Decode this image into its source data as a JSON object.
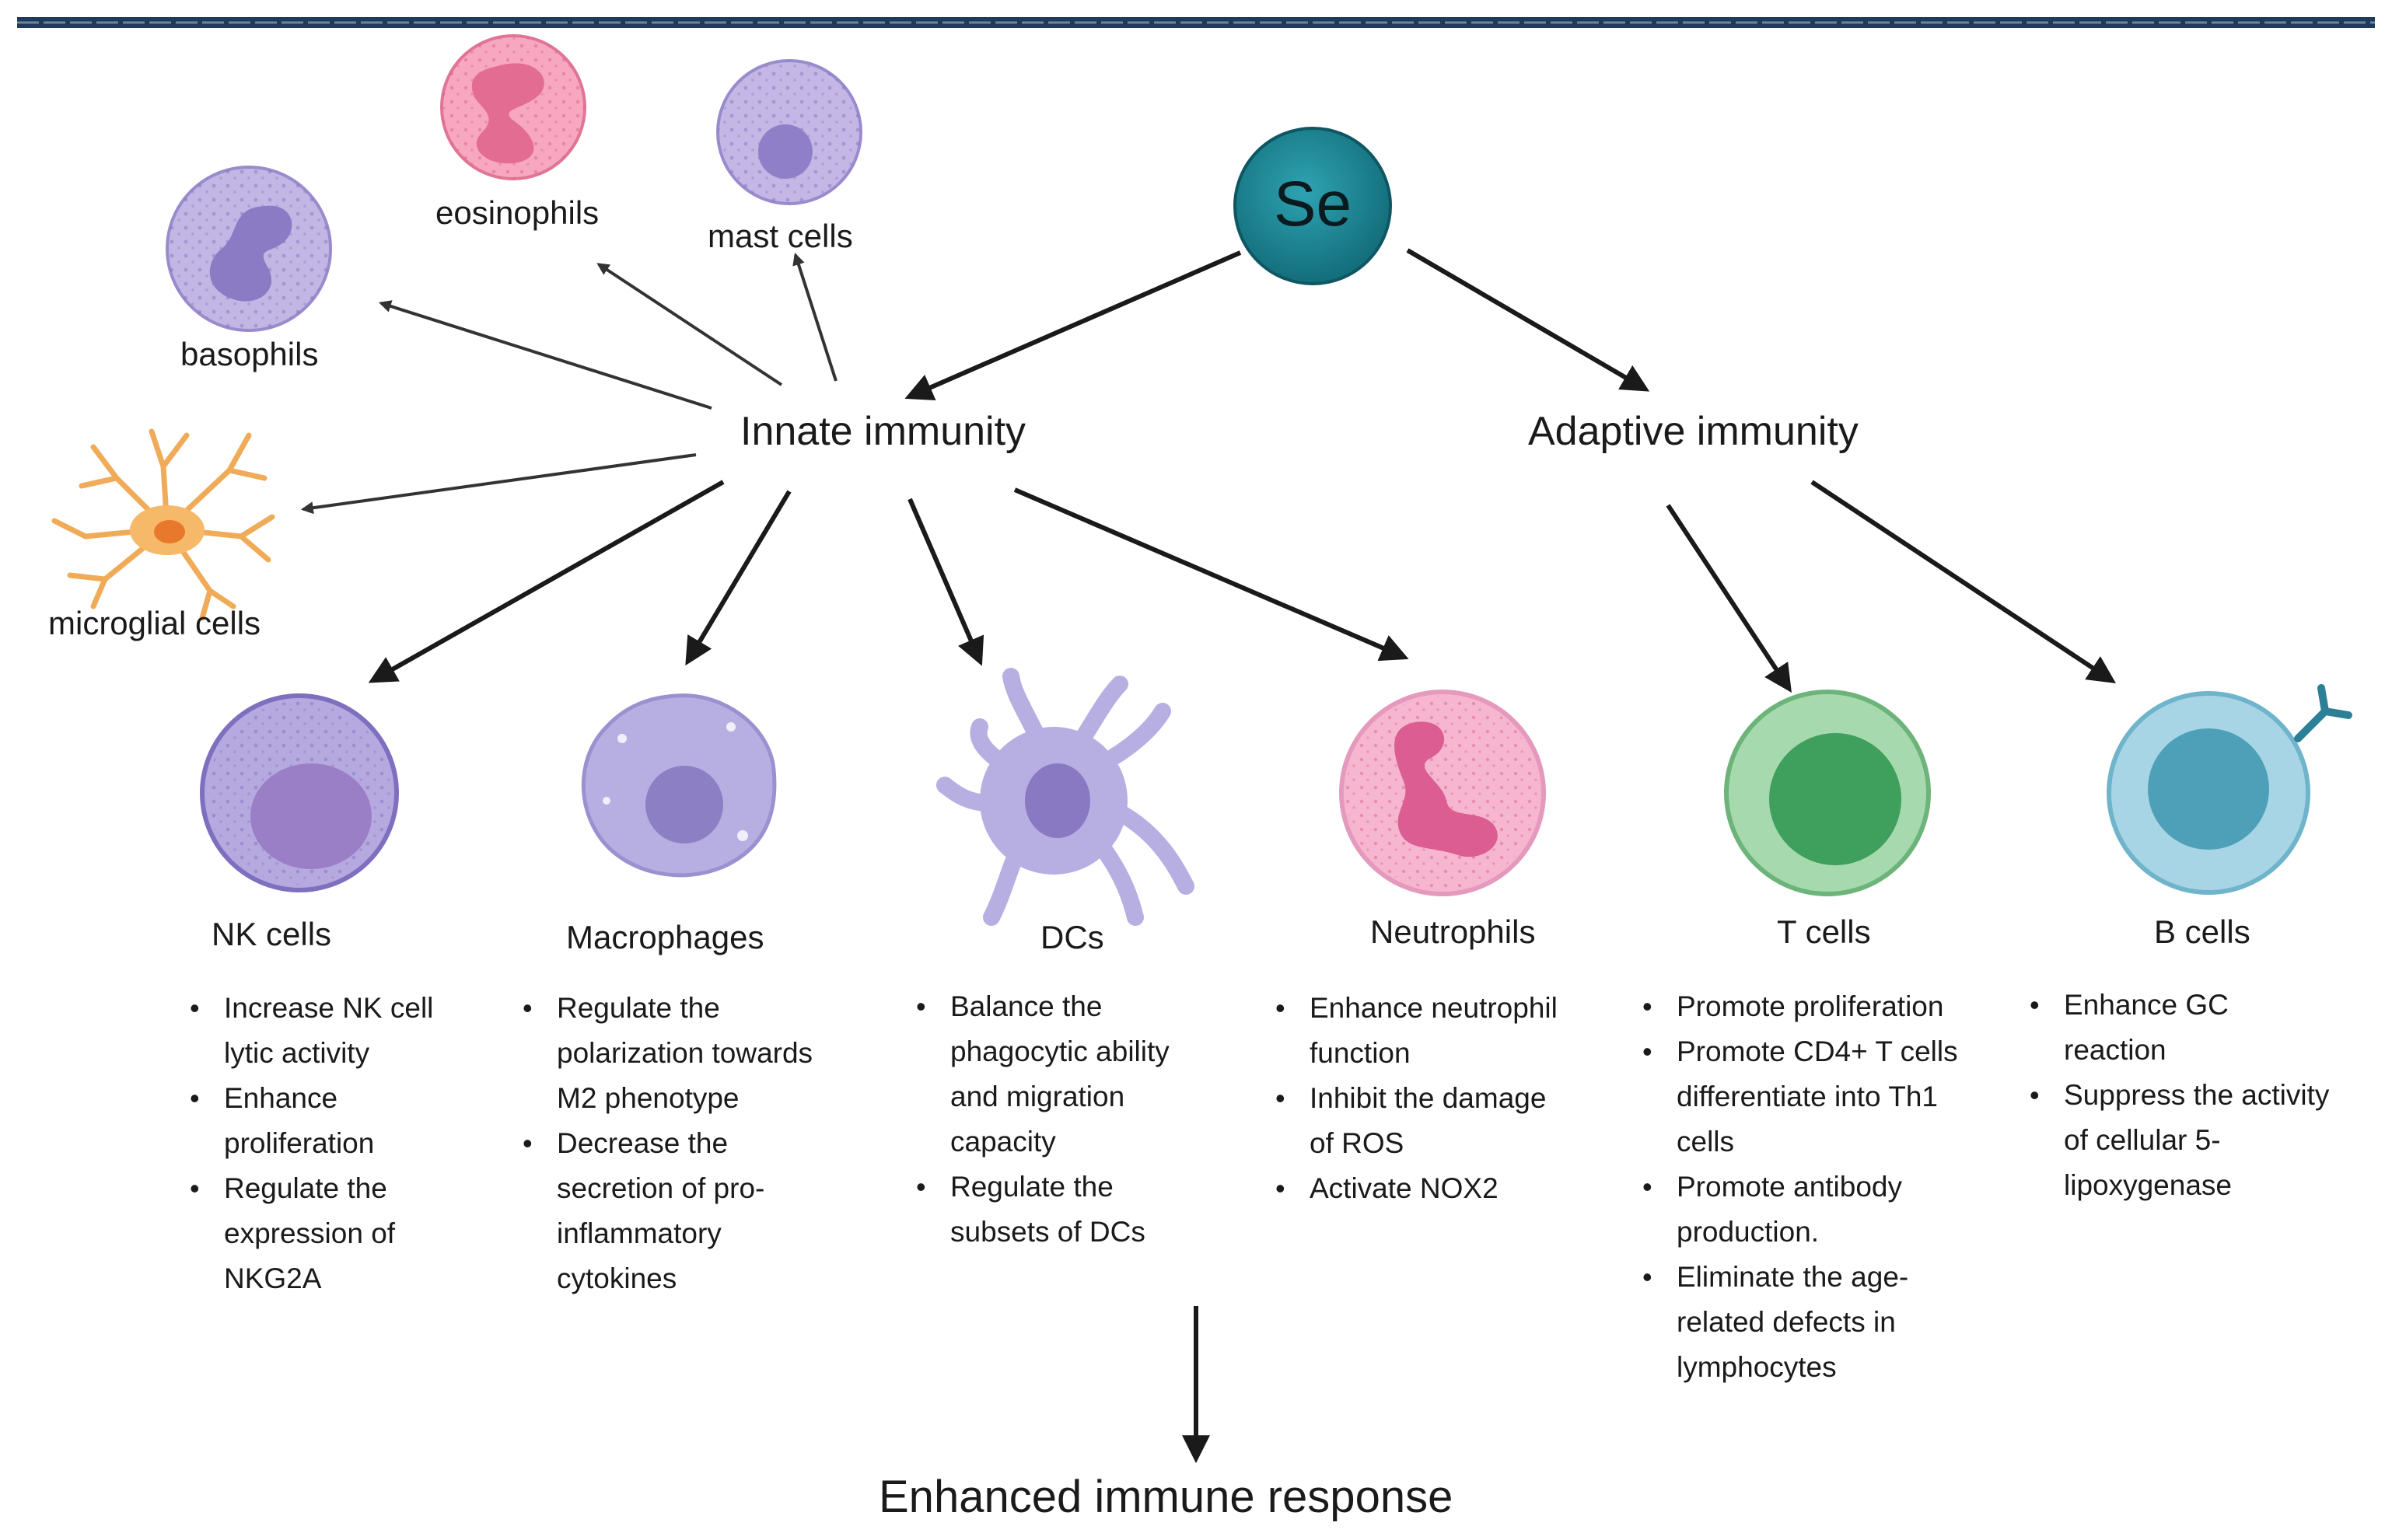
{
  "colors": {
    "border": "#1f3a5a",
    "arrow": "#1a1a1a",
    "arrow_light": "#555555",
    "se": "#1a7f8e",
    "purple_cell": "#b3a7de",
    "purple_nucleus": "#8c7cc6",
    "eosinophil": "#f5a0b8",
    "eosinophil_nucleus": "#e16f92",
    "neutrophil": "#f6b3cf",
    "neutrophil_nucleus": "#d9588e",
    "microglia": "#f4b96a",
    "t_cell": "#9fd6a8",
    "t_nucleus": "#3f9e5a",
    "b_cell": "#a3d3e3",
    "b_nucleus": "#4a9db5"
  },
  "se": {
    "label": "Se"
  },
  "headings": {
    "innate": "Innate immunity",
    "adaptive": "Adaptive immunity"
  },
  "top_cells": {
    "eosinophils": "eosinophils",
    "mast_cells": "mast cells",
    "basophils": "basophils",
    "microglial_cells": "microglial cells"
  },
  "cells": [
    {
      "label": "NK cells",
      "bullets": [
        "Increase NK cell",
        "lytic activity",
        "Enhance",
        "proliferation",
        "Regulate the",
        "expression of",
        "NKG2A"
      ]
    },
    {
      "label": "Macrophages",
      "bullets": [
        "Regulate the",
        "polarization  towards",
        "M2 phenotype",
        "Decrease the",
        "secretion  of pro-",
        "inflammatory",
        "cytokines"
      ]
    },
    {
      "label": "DCs",
      "bullets": [
        " Balance the",
        "phagocytic ability",
        "and migration",
        "capacity",
        "Regulate the",
        "subsets of DCs"
      ]
    },
    {
      "label": "Neutrophils",
      "bullets": [
        "Enhance neutrophil",
        "function",
        "Inhibit the damage",
        "of ROS",
        "Activate NOX2"
      ]
    },
    {
      "label": "T cells",
      "bullets": [
        "Promote proliferation",
        "Promote  CD4+ T cells",
        "differentiate into Th1",
        "cells",
        "Promote antibody",
        "production.",
        "Eliminate the age-",
        "related defects in",
        "lymphocytes"
      ]
    },
    {
      "label": "B cells",
      "bullets": [
        "Enhance GC",
        "reaction",
        "Suppress the activity",
        "of cellular 5-",
        "lipoxygenase"
      ]
    }
  ],
  "result": "Enhanced immune response"
}
